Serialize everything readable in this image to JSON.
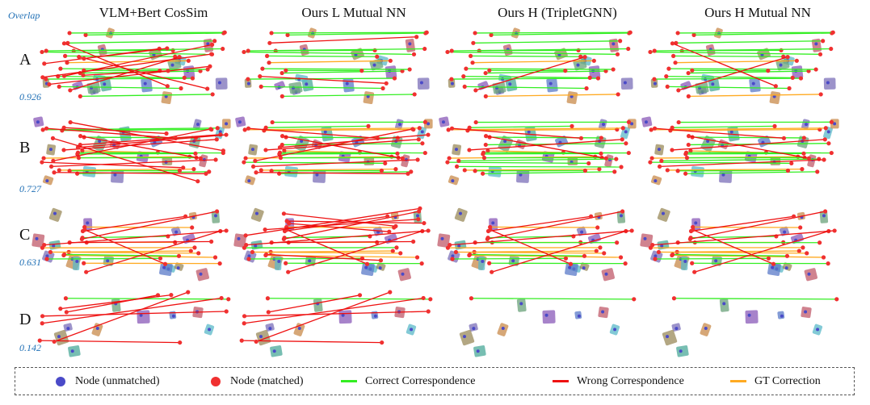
{
  "header": {
    "overlap_label": "Overlap",
    "columns": [
      {
        "title": "VLM+Bert CosSim"
      },
      {
        "title": "Ours L Mutual NN"
      },
      {
        "title": "Ours H (TripletGNN)"
      },
      {
        "title": "Ours H Mutual NN"
      }
    ]
  },
  "rows": [
    {
      "letter": "A",
      "overlap": "0.926"
    },
    {
      "letter": "B",
      "overlap": "0.727"
    },
    {
      "letter": "C",
      "overlap": "0.631"
    },
    {
      "letter": "D",
      "overlap": "0.142"
    }
  ],
  "colors": {
    "node_unmatched": "#4a4ac8",
    "node_matched": "#f03030",
    "correct": "#33ee22",
    "wrong": "#ee1111",
    "gt": "#ffaa22",
    "overlap_text": "#1f6fb5"
  },
  "legend": [
    {
      "kind": "dot",
      "color_key": "node_unmatched",
      "label": "Node (unmatched)"
    },
    {
      "kind": "dot",
      "color_key": "node_matched",
      "label": "Node (matched)"
    },
    {
      "kind": "line",
      "color_key": "correct",
      "label": "Correct Correspondence"
    },
    {
      "kind": "line",
      "color_key": "wrong",
      "label": "Wrong Correspondence"
    },
    {
      "kind": "line",
      "color_key": "gt",
      "label": "GT Correction"
    }
  ],
  "panels": [
    [
      {
        "correct": 14,
        "wrong": 9,
        "gt": 1
      },
      {
        "correct": 12,
        "wrong": 2,
        "gt": 1
      },
      {
        "correct": 13,
        "wrong": 1,
        "gt": 2
      },
      {
        "correct": 13,
        "wrong": 2,
        "gt": 2
      }
    ],
    [
      {
        "correct": 8,
        "wrong": 12,
        "gt": 3
      },
      {
        "correct": 10,
        "wrong": 7,
        "gt": 5
      },
      {
        "correct": 12,
        "wrong": 3,
        "gt": 5
      },
      {
        "correct": 11,
        "wrong": 4,
        "gt": 5
      }
    ],
    [
      {
        "correct": 3,
        "wrong": 6,
        "gt": 7
      },
      {
        "correct": 4,
        "wrong": 12,
        "gt": 5
      },
      {
        "correct": 5,
        "wrong": 5,
        "gt": 6
      },
      {
        "correct": 5,
        "wrong": 5,
        "gt": 6
      }
    ],
    [
      {
        "correct": 1,
        "wrong": 6,
        "gt": 0
      },
      {
        "correct": 1,
        "wrong": 5,
        "gt": 0
      },
      {
        "correct": 1,
        "wrong": 0,
        "gt": 0
      },
      {
        "correct": 1,
        "wrong": 0,
        "gt": 0
      }
    ]
  ]
}
